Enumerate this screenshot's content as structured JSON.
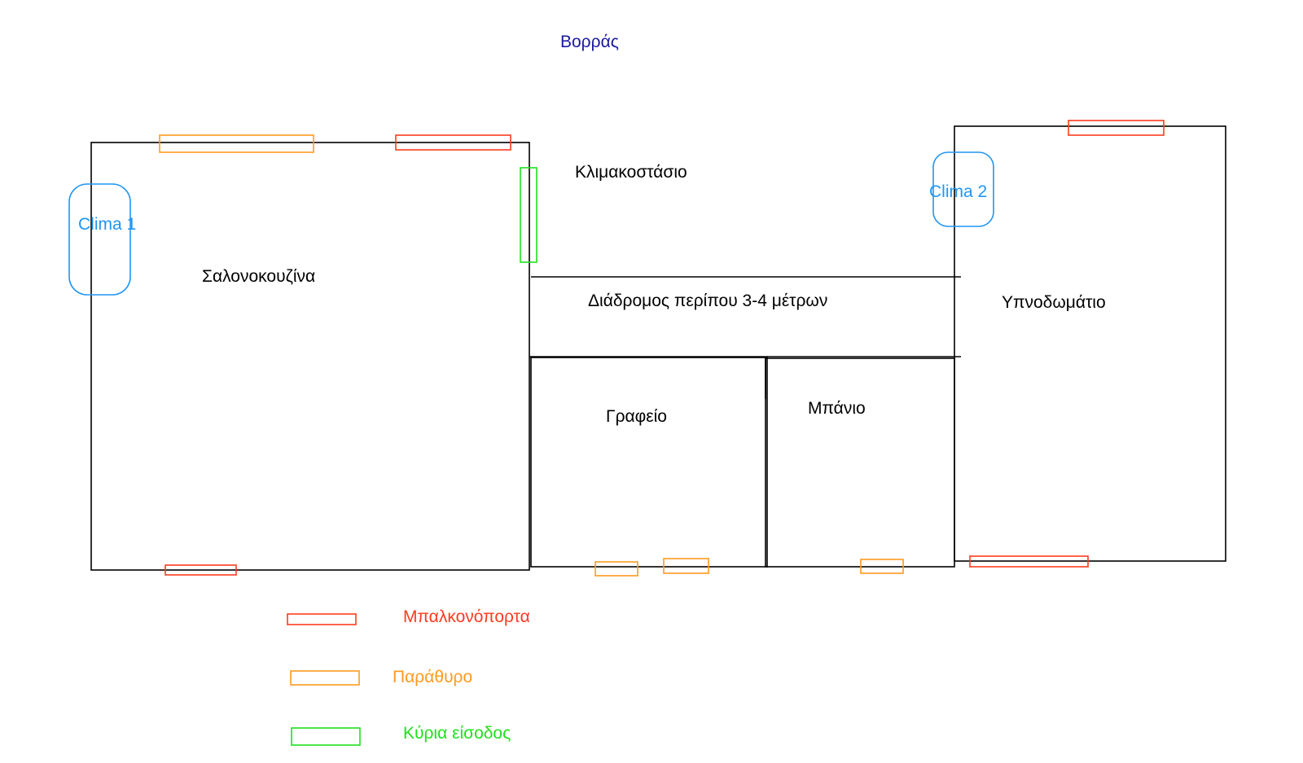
{
  "north_label": "Βορράς",
  "rooms": {
    "living_kitchen": "Σαλονοκουζίνα",
    "stairwell": "Κλιμακοστάσιο",
    "hallway": "Διάδρομος περίπου 3-4 μέτρων",
    "bedroom": "Υπνοδωμάτιο",
    "office": "Γραφείο",
    "bathroom": "Μπάνιο"
  },
  "ac_units": {
    "clima1": "Clima 1",
    "clima2": "Clima 2"
  },
  "legend": {
    "balcony_door": "Μπαλκονόπορτα",
    "window": "Παράθυρο",
    "main_entrance": "Κύρια είσοδος"
  },
  "colors": {
    "balcony_door": "#ff3b1f",
    "window": "#ff9a1f",
    "main_entrance": "#1fe01f",
    "ac_unit": "#2196f3",
    "north": "#1a1a9e",
    "walls": "#000000"
  }
}
